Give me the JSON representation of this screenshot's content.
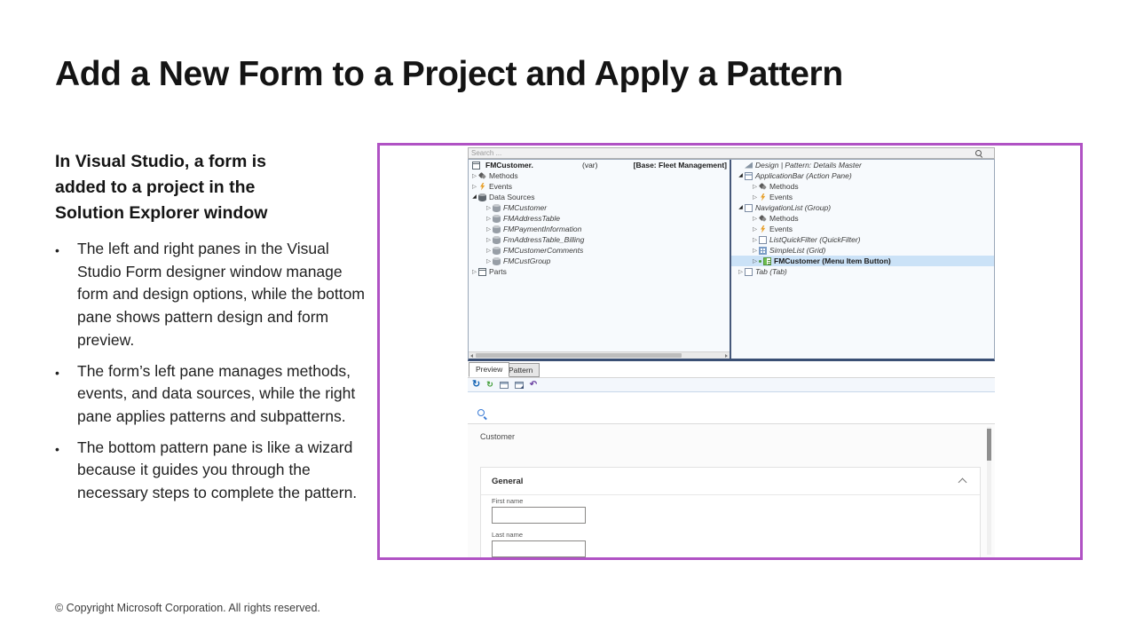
{
  "slide": {
    "title": "Add a New Form to a Project and Apply a Pattern",
    "heading": "In Visual Studio, a form is added to a project in the Solution Explorer window",
    "bullets": [
      "The left and right panes in the Visual Studio Form designer window manage form and design options, while the bottom pane shows pattern design and form preview.",
      "The form’s left pane manages methods, events, and data sources, while the right pane applies patterns and subpatterns.",
      "The bottom pattern pane is like a wizard because it guides you through the necessary steps to complete the pattern."
    ],
    "footer": "© Copyright Microsoft Corporation. All rights reserved."
  },
  "figure": {
    "accent_color": "#b052c4",
    "designer": {
      "search_placeholder": "Search ...",
      "left_pane": {
        "header": {
          "icon": "form",
          "name": "FMCustomer.",
          "var": "(var)",
          "base": "[Base: Fleet Management]"
        },
        "items": [
          {
            "label": "Methods",
            "icon": "methods",
            "level": 0,
            "expander": "closed",
            "italic": false
          },
          {
            "label": "Events",
            "icon": "events",
            "level": 0,
            "expander": "closed",
            "italic": false
          },
          {
            "label": "Data Sources",
            "icon": "db-dark",
            "level": 0,
            "expander": "open",
            "italic": false
          },
          {
            "label": "FMCustomer",
            "icon": "db",
            "level": 1,
            "expander": "closed",
            "italic": true
          },
          {
            "label": "FMAddressTable",
            "icon": "db",
            "level": 1,
            "expander": "closed",
            "italic": true
          },
          {
            "label": "FMPaymentInformation",
            "icon": "db",
            "level": 1,
            "expander": "closed",
            "italic": true
          },
          {
            "label": "FmAddressTable_Billing",
            "icon": "db",
            "level": 1,
            "expander": "closed",
            "italic": true
          },
          {
            "label": "FMCustomerComments",
            "icon": "db",
            "level": 1,
            "expander": "closed",
            "italic": true
          },
          {
            "label": "FMCustGroup",
            "icon": "db",
            "level": 1,
            "expander": "closed",
            "italic": true
          },
          {
            "label": "Parts",
            "icon": "parts",
            "level": 0,
            "expander": "closed",
            "italic": false
          }
        ]
      },
      "right_pane": {
        "items": [
          {
            "label": "Design | Pattern: Details Master",
            "icon": "design",
            "level": 0,
            "expander": "none",
            "italic": true
          },
          {
            "label": "ApplicationBar (Action Pane)",
            "icon": "appbar",
            "level": 0,
            "expander": "open",
            "italic": true
          },
          {
            "label": "Methods",
            "icon": "methods",
            "level": 1,
            "expander": "closed",
            "italic": false
          },
          {
            "label": "Events",
            "icon": "events",
            "level": 1,
            "expander": "closed",
            "italic": false
          },
          {
            "label": "NavigationList (Group)",
            "icon": "group",
            "level": 0,
            "expander": "open",
            "italic": true
          },
          {
            "label": "Methods",
            "icon": "methods",
            "level": 1,
            "expander": "closed",
            "italic": false
          },
          {
            "label": "Events",
            "icon": "events",
            "level": 1,
            "expander": "closed",
            "italic": false
          },
          {
            "label": "ListQuickFilter (QuickFilter)",
            "icon": "quickfilter",
            "level": 1,
            "expander": "closed",
            "italic": true
          },
          {
            "label": "SimpleList (Grid)",
            "icon": "grid",
            "level": 1,
            "expander": "closed",
            "italic": true
          },
          {
            "label": "FMCustomer (Menu Item Button)",
            "icon": "menubutton",
            "level": 1,
            "expander": "closed",
            "italic": false,
            "bold": true,
            "selected": true,
            "dot": true
          },
          {
            "label": "Tab (Tab)",
            "icon": "tab",
            "level": 0,
            "expander": "closed",
            "italic": true
          }
        ]
      },
      "bottom": {
        "tabs": [
          {
            "label": "Preview",
            "active": true
          },
          {
            "label": "Pattern",
            "active": false
          }
        ],
        "toolbar_icons": [
          "refresh-blue",
          "refresh-green",
          "popout-window",
          "export-window",
          "undo-purple"
        ],
        "preview": {
          "title": "Customer",
          "section": {
            "title": "General",
            "fields": [
              {
                "label": "First name",
                "value": ""
              },
              {
                "label": "Last name",
                "value": ""
              }
            ]
          }
        }
      }
    }
  }
}
